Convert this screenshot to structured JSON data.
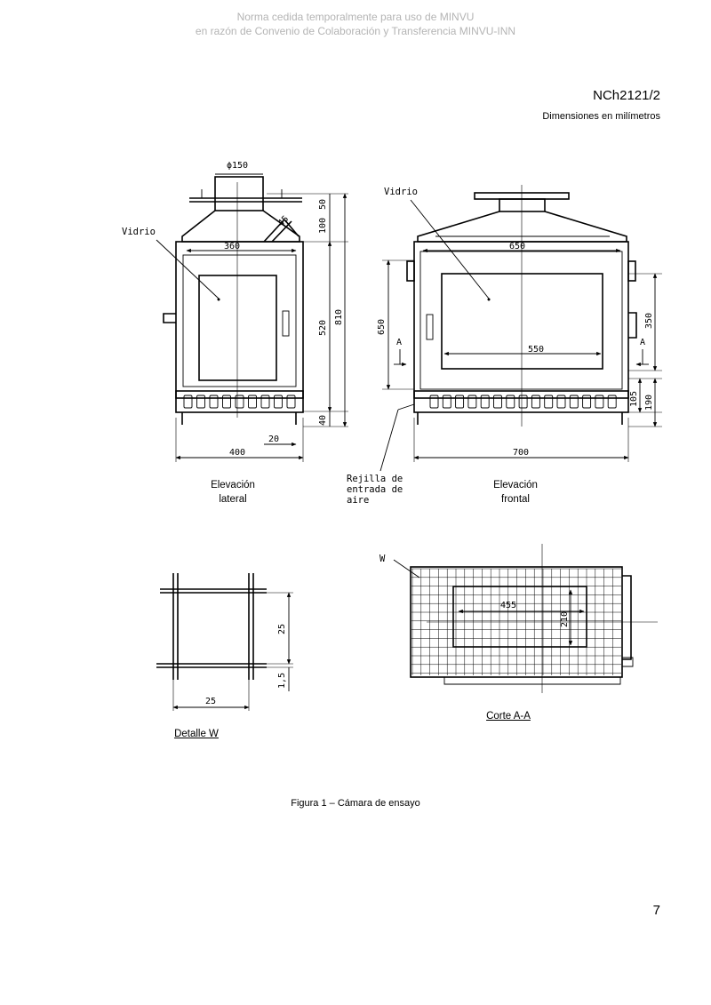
{
  "watermark": {
    "line1": "Norma cedida temporalmente para uso de MINVU",
    "line2": "en razón de Convenio de Colaboración y Transferencia MINVU-INN"
  },
  "header": {
    "standard_code": "NCh2121/2",
    "units_note": "Dimensiones en milímetros"
  },
  "labels": {
    "vidrio": "Vidrio",
    "rejilla_1": "Rejilla de",
    "rejilla_2": "entrada de",
    "rejilla_3": "aire",
    "a": "A",
    "w": "W"
  },
  "captions": {
    "lateral_1": "Elevación",
    "lateral_2": "lateral",
    "frontal_1": "Elevación",
    "frontal_2": "frontal",
    "detalle": "Detalle W",
    "corte": "Corte A-A"
  },
  "dimensions": {
    "d150": "ϕ150",
    "d45": "45",
    "d360": "360",
    "d50": "50",
    "d100": "100",
    "d520": "520",
    "d810": "810",
    "d40": "40",
    "d20": "20",
    "d400": "400",
    "d650": "650",
    "d650v": "650",
    "d350": "350",
    "d550": "550",
    "d105": "105",
    "d190": "190",
    "d700": "700",
    "d25h": "25",
    "d25v": "25",
    "d15": "1,5",
    "d455": "455",
    "d210": "210"
  },
  "figure_caption": "Figura 1 – Cámara de ensayo",
  "page_number": "7"
}
